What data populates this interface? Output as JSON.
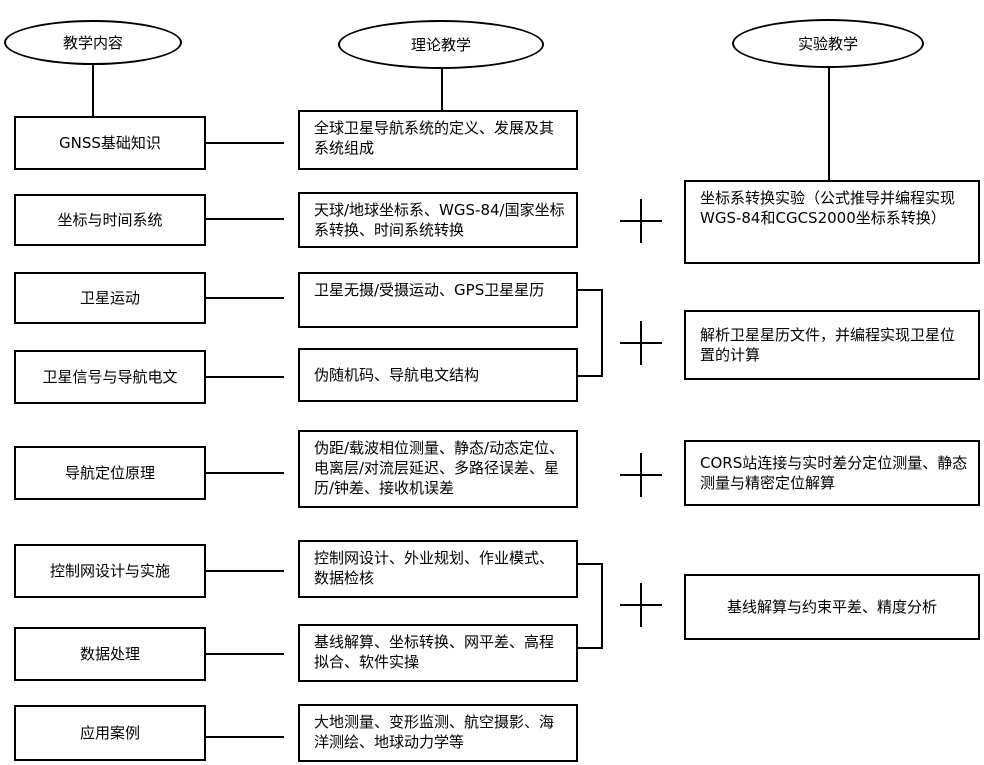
{
  "headers": {
    "content": "教学内容",
    "theory": "理论教学",
    "experiment": "实验教学"
  },
  "topics": [
    "GNSS基础知识",
    "坐标与时间系统",
    "卫星运动",
    "卫星信号与导航电文",
    "导航定位原理",
    "控制网设计与实施",
    "数据处理",
    "应用案例"
  ],
  "theory": [
    "全球卫星导航系统的定义、发展及其系统组成",
    "天球/地球坐标系、WGS-84/国家坐标系转换、时间系统转换",
    "卫星无摄/受摄运动、GPS卫星星历",
    "伪随机码、导航电文结构",
    "伪距/载波相位测量、静态/动态定位、电离层/对流层延迟、多路径误差、星历/钟差、接收机误差",
    "控制网设计、外业规划、作业模式、数据检核",
    "基线解算、坐标转换、网平差、高程拟合、软件实操",
    "大地测量、变形监测、航空摄影、海洋测绘、地球动力学等"
  ],
  "experiments": [
    "坐标系转换实验（公式推导并编程实现WGS-84和CGCS2000坐标系转换）",
    "解析卫星星历文件，并编程实现卫星位置的计算",
    "CORS站连接与实时差分定位测量、静态测量与精密定位解算",
    "基线解算与约束平差、精度分析"
  ]
}
